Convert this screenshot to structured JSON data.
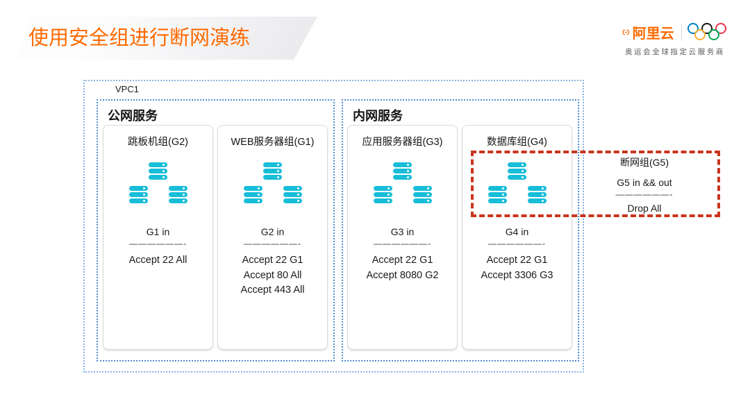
{
  "header": {
    "title": "使用安全组进行断网演练",
    "brand": "阿里云",
    "tagline": "奥运会全球指定云服务商"
  },
  "vpc": {
    "label": "VPC1"
  },
  "sections": {
    "public": "公网服务",
    "internal": "内网服务"
  },
  "groups": [
    {
      "title": "跳板机组(G2)",
      "rule_header": "G1 in",
      "divider": "——————-",
      "rules": [
        "Accept 22 All"
      ]
    },
    {
      "title": "WEB服务器组(G1)",
      "rule_header": "G2 in",
      "divider": "——————-",
      "rules": [
        "Accept 22 G1",
        "Accept 80 All",
        "Accept 443 All"
      ]
    },
    {
      "title": "应用服务器组(G3)",
      "rule_header": "G3 in",
      "divider": "——————-",
      "rules": [
        "Accept 22 G1",
        "Accept 8080 G2"
      ]
    },
    {
      "title": "数据库组(G4)",
      "rule_header": "G4 in",
      "divider": "——————-",
      "rules": [
        "Accept 22 G1",
        "Accept 3306 G3"
      ]
    }
  ],
  "drop_group": {
    "title": "断网组(G5)",
    "rule_header": "G5 in && out",
    "divider": "——————-",
    "rule": "Drop All"
  },
  "colors": {
    "accent_orange": "#ff6a00",
    "server_cyan": "#18bdd8",
    "drop_red": "#c9341d",
    "vpc_border_blue": "#85b2e0",
    "section_border_blue": "#4f8dd4",
    "ring_blue": "#0081c8",
    "ring_black": "#1a1a1a",
    "ring_red": "#ee334e",
    "ring_yellow": "#fcb131",
    "ring_green": "#00a651"
  }
}
